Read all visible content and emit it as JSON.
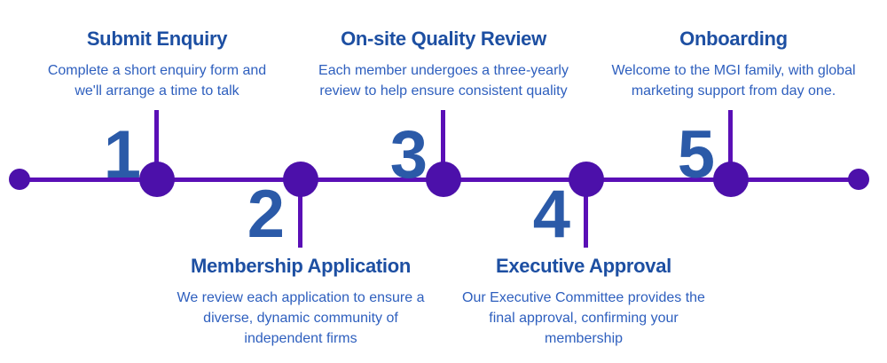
{
  "colors": {
    "background": "#ffffff",
    "title_blue": "#1d4fa2",
    "desc_blue": "#2e5fbe",
    "number_blue": "#2b5aa8",
    "line_purple": "#5a0fb6",
    "dot_purple": "#4c10aa"
  },
  "timeline": {
    "steps": [
      {
        "number": "1",
        "title": "Submit Enquiry",
        "description_lines": [
          "Complete a short enquiry form and",
          "we'll arrange a time to talk"
        ],
        "position": "top"
      },
      {
        "number": "2",
        "title": "Membership Application",
        "description_lines": [
          "We review each application to ensure a",
          "diverse, dynamic community of",
          "independent firms"
        ],
        "position": "bottom"
      },
      {
        "number": "3",
        "title": "On-site Quality Review",
        "description_lines": [
          "Each member undergoes a three-yearly",
          "review to help ensure consistent quality"
        ],
        "position": "top"
      },
      {
        "number": "4",
        "title": "Executive Approval",
        "description_lines": [
          "Our Executive Committee provides the",
          "final approval, confirming your",
          "membership"
        ],
        "position": "bottom"
      },
      {
        "number": "5",
        "title": "Onboarding",
        "description_lines": [
          "Welcome to the MGI family, with global",
          "marketing support from day one."
        ],
        "position": "top"
      }
    ]
  }
}
